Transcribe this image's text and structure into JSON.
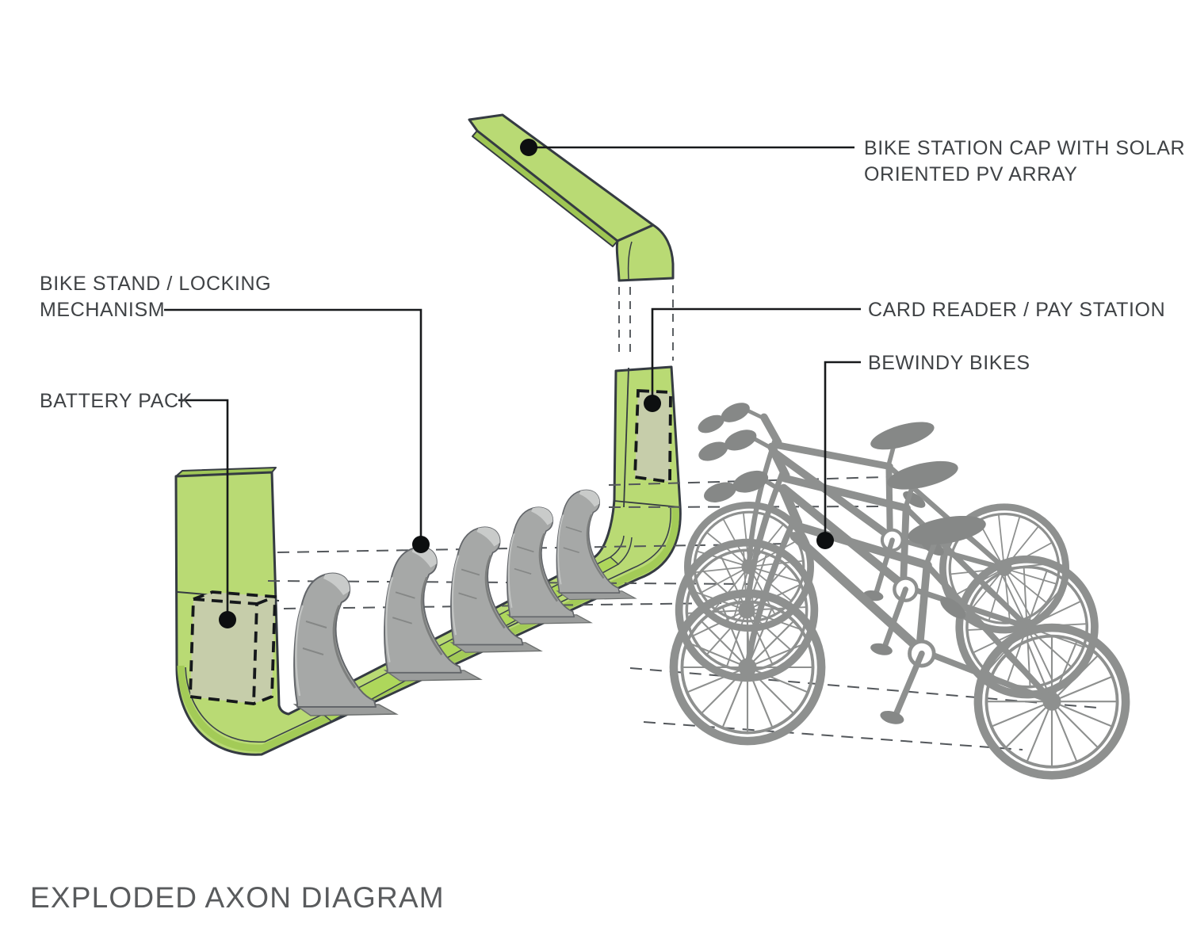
{
  "diagram": {
    "title": "EXPLODED AXON DIAGRAM",
    "labels": {
      "cap_line1": "BIKE STATION CAP WITH SOLAR",
      "cap_line2": "ORIENTED PV ARRAY",
      "stand_line1": "BIKE STAND / LOCKING",
      "stand_line2": "MECHANISM",
      "battery": "BATTERY PACK",
      "card_reader": "CARD READER / PAY STATION",
      "bikes": "BEWINDY BIKES"
    },
    "colors": {
      "station_green": "#b9da74",
      "station_green_dark": "#9fc653",
      "channel_green": "#aed75b",
      "outline_dark": "#353b42",
      "stand_gray": "#a6a8a7",
      "bike_gray": "#8e908f",
      "component_box_fill": "#c6cdaa",
      "callout_black": "#17191b",
      "label_text": "#3f4245",
      "title_text": "#595b5d"
    }
  }
}
